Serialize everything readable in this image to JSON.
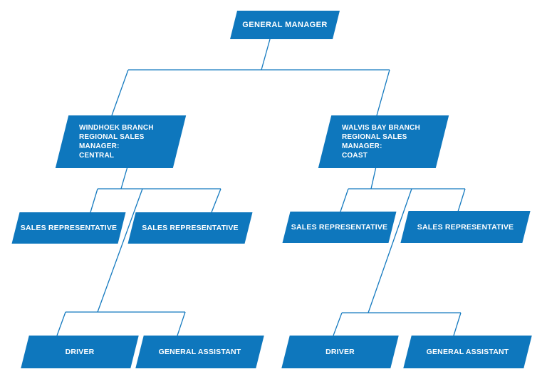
{
  "colors": {
    "node_fill": "#0E77BD",
    "connector": "#1379BF",
    "text": "#FFFFFF",
    "background": "#FFFFFF"
  },
  "nodes": {
    "general_manager": {
      "label": "GENERAL MANAGER"
    },
    "windhoek_manager": {
      "line1": "WINDHOEK BRANCH",
      "line2": "REGIONAL SALES MANAGER:",
      "line3": "CENTRAL"
    },
    "walvis_manager": {
      "line1": "WALVIS BAY BRANCH",
      "line2": "REGIONAL SALES MANAGER:",
      "line3": "COAST"
    },
    "sales_rep_central_1": {
      "label": "SALES REPRESENTATIVE"
    },
    "sales_rep_central_2": {
      "label": "SALES REPRESENTATIVE"
    },
    "sales_rep_coast_1": {
      "label": "SALES REPRESENTATIVE"
    },
    "sales_rep_coast_2": {
      "label": "SALES REPRESENTATIVE"
    },
    "driver_central": {
      "label": "DRIVER"
    },
    "general_assistant_central": {
      "label": "GENERAL ASSISTANT"
    },
    "driver_coast": {
      "label": "DRIVER"
    },
    "general_assistant_coast": {
      "label": "GENERAL ASSISTANT"
    }
  },
  "hierarchy": {
    "edges": [
      [
        "general_manager",
        "windhoek_manager"
      ],
      [
        "general_manager",
        "walvis_manager"
      ],
      [
        "windhoek_manager",
        "sales_rep_central_1"
      ],
      [
        "windhoek_manager",
        "sales_rep_central_2"
      ],
      [
        "windhoek_manager",
        "driver_central"
      ],
      [
        "windhoek_manager",
        "general_assistant_central"
      ],
      [
        "walvis_manager",
        "sales_rep_coast_1"
      ],
      [
        "walvis_manager",
        "sales_rep_coast_2"
      ],
      [
        "walvis_manager",
        "driver_coast"
      ],
      [
        "walvis_manager",
        "general_assistant_coast"
      ]
    ]
  }
}
